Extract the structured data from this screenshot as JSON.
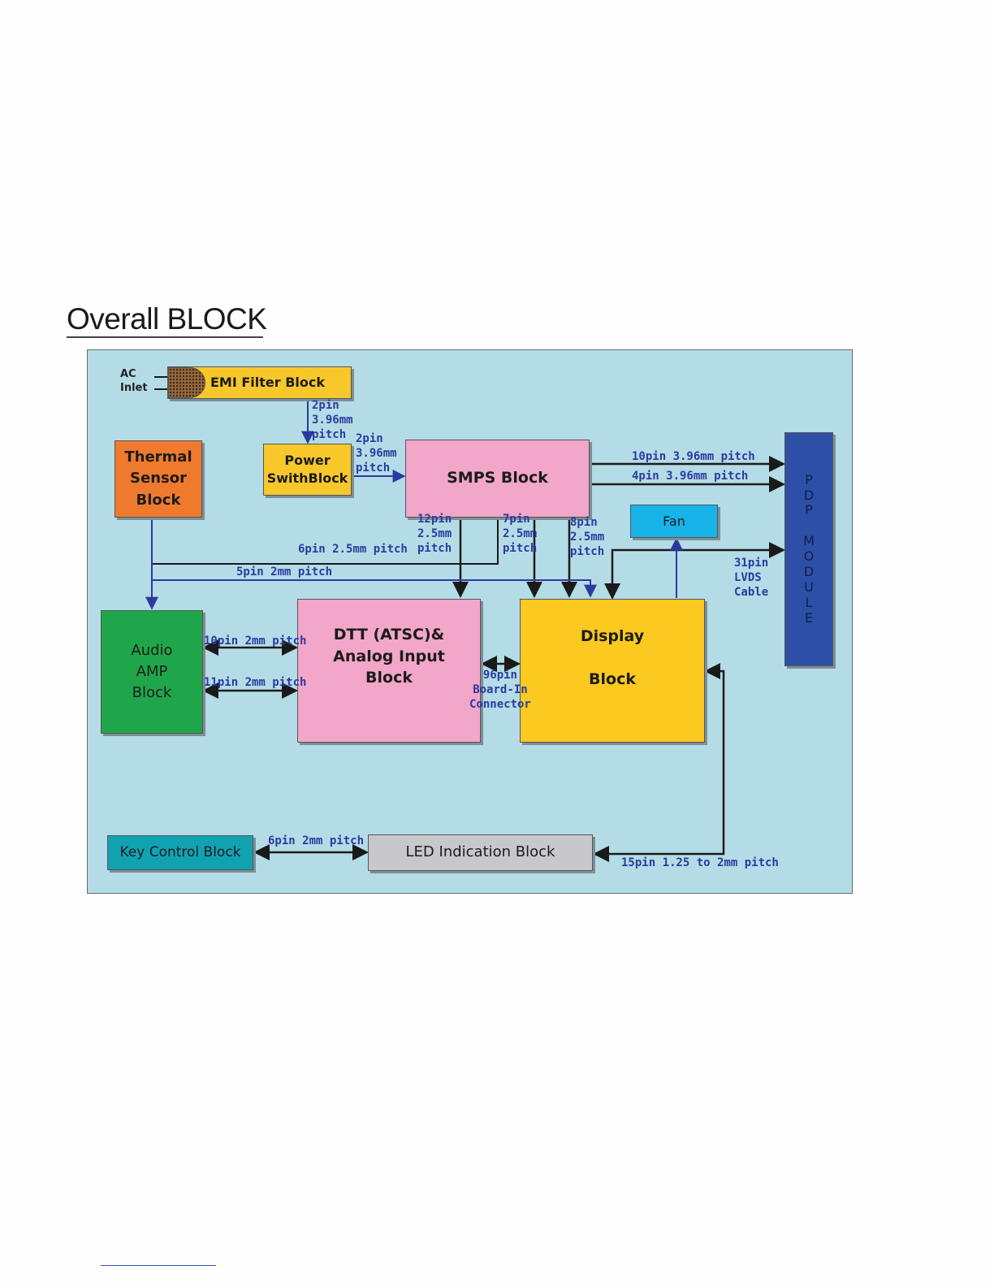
{
  "page": {
    "title": "Overall BLOCK"
  },
  "diagram": {
    "blocks": {
      "emi_filter": "EMI Filter Block",
      "power_switch": "Power\nSwithBlock",
      "thermal_sensor": "Thermal\nSensor\nBlock",
      "smps": "SMPS Block",
      "fan": "Fan",
      "pdp_module": "P\nD\nP\n\nM\nO\nD\nU\nL\nE",
      "audio_amp": "Audio\nAMP\nBlock",
      "dtt_analog": "DTT (ATSC)&\nAnalog Input\nBlock",
      "display": "Display\n\nBlock",
      "key_control": "Key Control Block",
      "led_indication": "LED Indication Block"
    },
    "labels": {
      "ac_inlet": "AC\nInlet",
      "emi_to_power": "2pin\n3.96mm\npitch",
      "power_to_smps": "2pin\n3.96mm\npitch",
      "smps_to_pdp_1": "10pin 3.96mm pitch",
      "smps_to_pdp_2": "4pin 3.96mm pitch",
      "smps_12pin": "12pin\n2.5mm\npitch",
      "smps_7pin": "7pin\n2.5mm\npitch",
      "smps_8pin": "8pin\n2.5mm\npitch",
      "smps_6pin": "6pin 2.5mm pitch",
      "thermal_5pin": "5pin 2mm pitch",
      "lvds_cable": "31pin\nLVDS\nCable",
      "audio_10pin": "10pin 2mm pitch",
      "audio_11pin": "11pin 2mm pitch",
      "board_in": "96pin\nBoard-In\nConnector",
      "key_led_6pin": "6pin 2mm pitch",
      "led_display_15pin": "15pin 1.25 to 2mm pitch"
    },
    "colors": {
      "background": "#b4dce6",
      "emi_filter": "#f7c72c",
      "power_switch": "#f7c72c",
      "thermal_sensor": "#ef7a2e",
      "smps": "#f2a6c8",
      "fan": "#17b4ea",
      "pdp_module": "#2d4fa6",
      "audio_amp": "#1fa64a",
      "dtt_analog": "#f2a6c8",
      "display": "#fbc920",
      "key_control": "#11a2b2",
      "led_indication": "#c8c8cc",
      "wire_dark": "#1a1a1a",
      "wire_blue": "#2b3aa0"
    }
  }
}
